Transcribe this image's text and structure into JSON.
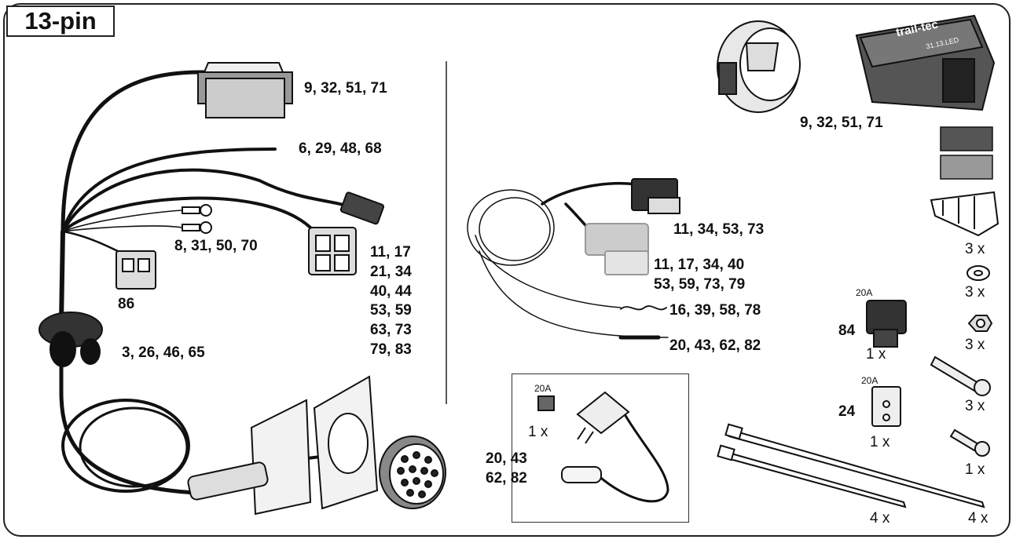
{
  "title": "13-pin",
  "labels": {
    "connector_top": "9, 32, 51, 71",
    "wire_end": "6, 29, 48, 68",
    "ring_terminals": "8, 31, 50, 70",
    "relay_plug": "86",
    "grommet": "3, 26, 46, 65",
    "connector_stack": [
      "11, 17",
      "21, 34",
      "40, 44",
      "53, 59",
      "63, 73",
      "79, 83"
    ],
    "module": "9, 32, 51, 71",
    "black_connector": "11, 34, 53, 73",
    "clear_connector_line1": "11, 17, 34, 40",
    "clear_connector_line2": "53, 59, 73, 79",
    "twisted_wires": "16, 39, 58, 78",
    "black_wire": "20, 43, 62, 82",
    "fuse_tap_line1": "20, 43",
    "fuse_tap_line2": "62, 82",
    "fuse_84": "84",
    "fuse_24": "24"
  },
  "quantities": {
    "fuse_tap_fuse": "1 x",
    "clips": "3 x",
    "washers": "3 x",
    "nuts": "3 x",
    "bolts": "3 x",
    "screw": "1 x",
    "fuse_holder": "1 x",
    "small_fuse_holder": "1 x",
    "tie_left": "4 x",
    "tie_right": "4 x"
  },
  "ratings": {
    "fuse_tap": "20A",
    "fuse_84": "20A",
    "fuse_24": "20A"
  },
  "module_brand": "trail-tec",
  "module_code": "31.13.LED"
}
